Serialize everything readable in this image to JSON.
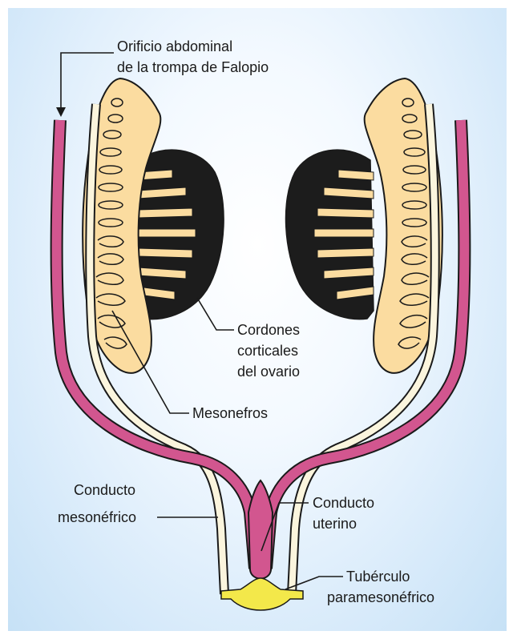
{
  "labels": {
    "orificio_line1": "Orificio abdominal",
    "orificio_line2": "de la trompa de Falopio",
    "cordones_line1": "Cordones",
    "cordones_line2": "corticales",
    "cordones_line3": "del ovario",
    "mesonefros": "Mesonefros",
    "conducto_meso_line1": "Conducto",
    "conducto_meso_line2": "mesonéfrico",
    "conducto_uterino_line1": "Conducto",
    "conducto_uterino_line2": "uterino",
    "tuberculo_line1": "Tubérculo",
    "tuberculo_line2": "paramesonéfrico"
  },
  "colors": {
    "paramesonephric_duct": "#d2568f",
    "mesonephros": "#fbdca0",
    "ovary_cords": "#1c1c1c",
    "tubercle": "#f3e84a",
    "outline": "#1a1a1a"
  }
}
